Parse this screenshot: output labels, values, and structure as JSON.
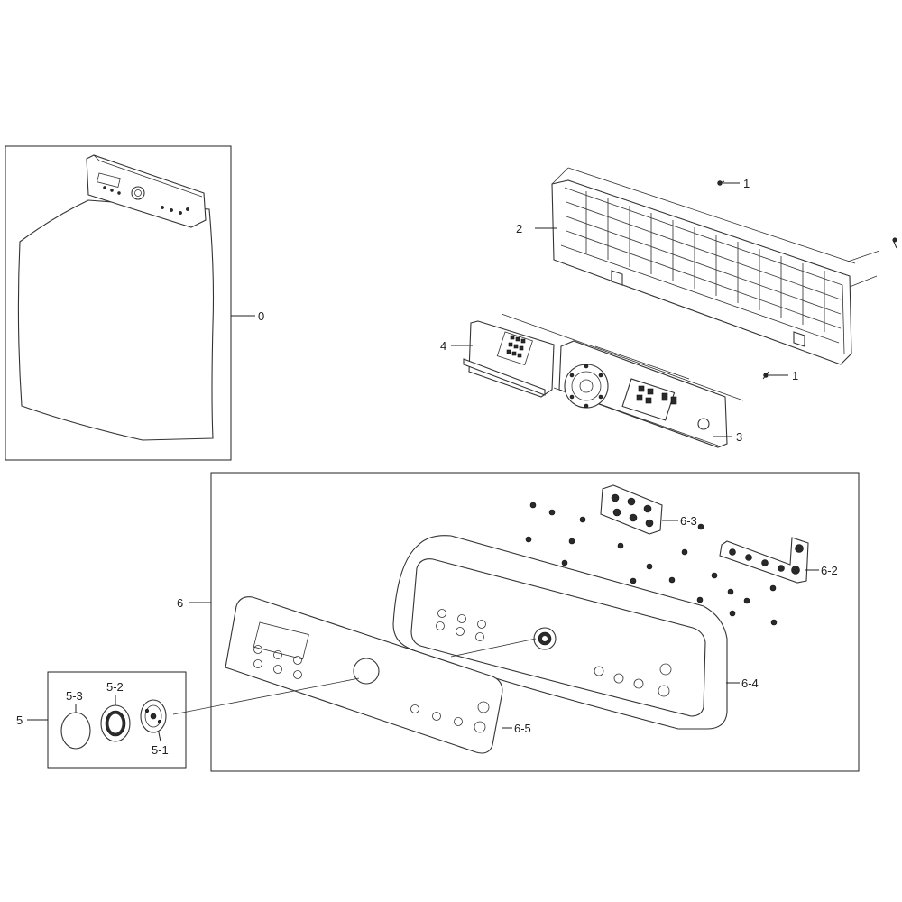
{
  "callouts": {
    "c0": "0",
    "c1a": "1",
    "c1b": "1",
    "c2": "2",
    "c3": "3",
    "c4": "4",
    "c5": "5",
    "c5_1": "5-1",
    "c5_2": "5-2",
    "c5_3": "5-3",
    "c6": "6",
    "c6_2": "6-2",
    "c6_3": "6-3",
    "c6_4": "6-4",
    "c6_5": "6-5"
  }
}
